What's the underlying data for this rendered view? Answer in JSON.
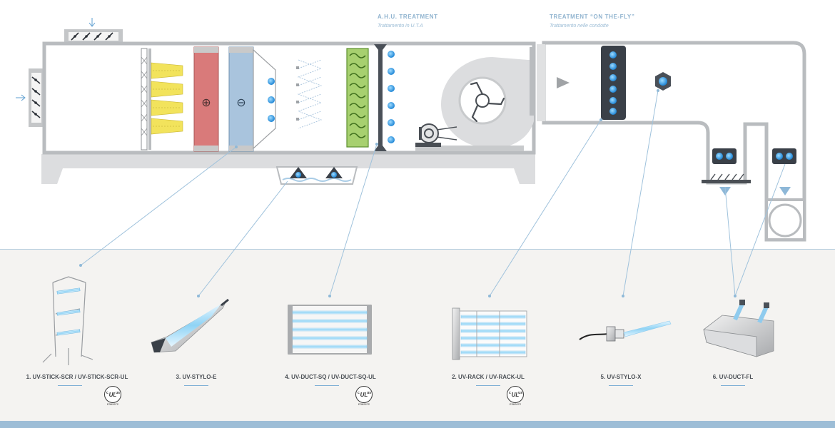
{
  "sections": {
    "ahu": {
      "title": "A.H.U. TREATMENT",
      "subtitle": "Trattamento in U.T.A"
    },
    "onthefly": {
      "title": "TREATMENT “ON THE-FLY”",
      "subtitle": "Trattamento nelle condotte"
    }
  },
  "products": [
    {
      "label": "1. UV-STICK-SCR / UV-STICK-SCR-UL",
      "ul": true
    },
    {
      "label": "3. UV-STYLO-E",
      "ul": false
    },
    {
      "label": "4. UV-DUCT-SQ / UV-DUCT-SQ-UL",
      "ul": true
    },
    {
      "label": "2. UV-RACK / UV-RACK-UL",
      "ul": true
    },
    {
      "label": "5. UV-STYLO-X",
      "ul": false
    },
    {
      "label": "6. UV-DUCT-FL",
      "ul": false
    }
  ],
  "ul_mark": {
    "text": "UL",
    "left": "c",
    "right": "us",
    "code": "E362672"
  },
  "coil_symbols": {
    "heating": "⊕",
    "cooling": "⊖"
  },
  "icons": [
    "air-in-arrow-icon",
    "air-down-arrow-icon",
    "fan-icon",
    "motor-icon",
    "uv-lamp-icon",
    "ul-certification-icon"
  ],
  "colors": {
    "duct": "#b9bcbf",
    "duct_fill": "#ffffff",
    "uv_blue": "#3aa6e8",
    "heating": "#d97a7a",
    "cooling": "#a9c4dd",
    "humidifier": "#8ebd5a",
    "filter": "#f2e35c",
    "leader": "#9fc2dc",
    "band": "#f4f3f1"
  }
}
